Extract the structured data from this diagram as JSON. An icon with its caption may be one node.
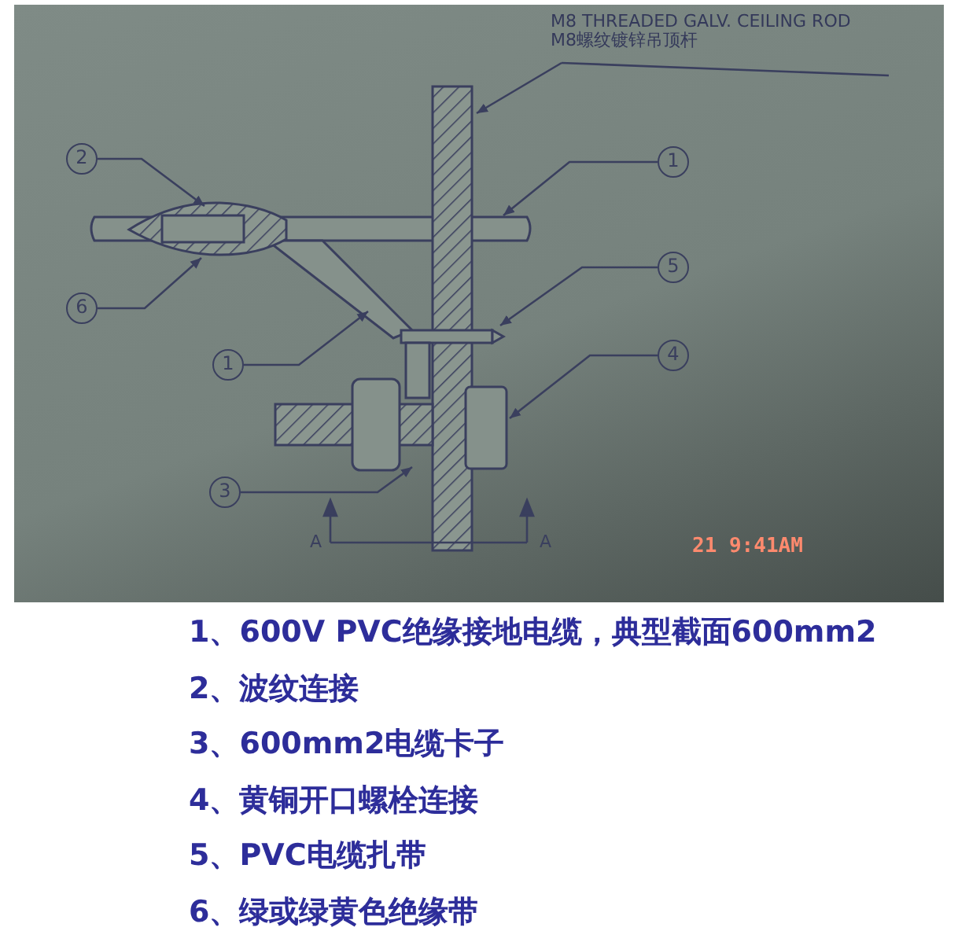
{
  "diagram": {
    "nodes": [
      {
        "text": [
          "M8 THREADED GALV. CEILING ROD",
          "M8螺纹镀锌吊顶杆"
        ]
      },
      {
        "text": [
          "2"
        ]
      },
      {
        "text": [
          "1"
        ]
      },
      {
        "text": [
          "5"
        ]
      },
      {
        "text": [
          "6"
        ]
      },
      {
        "text": [
          "4"
        ]
      },
      {
        "text": [
          "1"
        ]
      },
      {
        "text": [
          "3"
        ]
      }
    ],
    "edges": [
      {
        "from": 0,
        "to": null,
        "arrow": "to"
      },
      {
        "from": 1,
        "to": null,
        "arrow": "to"
      },
      {
        "from": 2,
        "to": null,
        "arrow": "to"
      },
      {
        "from": 3,
        "to": null,
        "arrow": "to"
      },
      {
        "from": 4,
        "to": null,
        "arrow": "to"
      },
      {
        "from": 5,
        "to": null,
        "arrow": "to"
      },
      {
        "from": 6,
        "to": null,
        "arrow": "to"
      },
      {
        "from": 7,
        "to": null,
        "arrow": "to"
      }
    ],
    "labels": [
      "A",
      "A",
      "21 9:41AM",
      "1、600V PVC绝缘接地电缆，典型截面600mm2",
      "2、波纹连接",
      "3、600mm2电缆卡子",
      "4、黄铜开口螺栓连接",
      "5、PVC电缆扎带",
      "6、绿或绿黄色绝缘带"
    ]
  }
}
